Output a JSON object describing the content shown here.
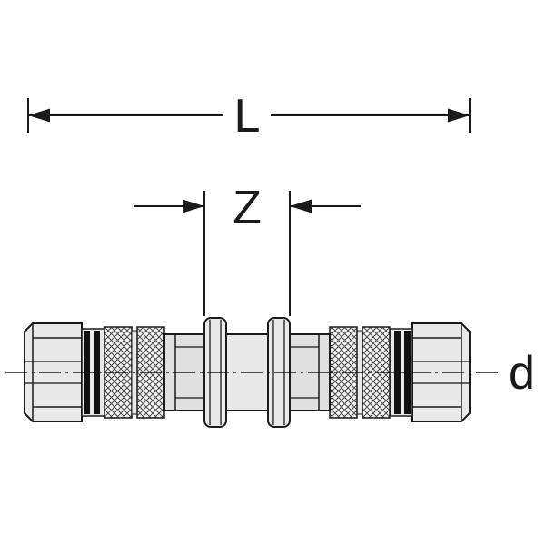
{
  "page": {
    "background": "#ffffff",
    "description_labels_visible": [
      "L",
      "Z",
      "d"
    ]
  },
  "dimensions": {
    "length_label": "L",
    "z_label": "Z",
    "diameter_label": "d"
  },
  "colors": {
    "line": "#1a1a1a",
    "body_fill": "#e9e9e9",
    "step_fill": "#e0e0e0",
    "knurl_base": "#f4f4f4",
    "oring_fill": "#111111"
  }
}
